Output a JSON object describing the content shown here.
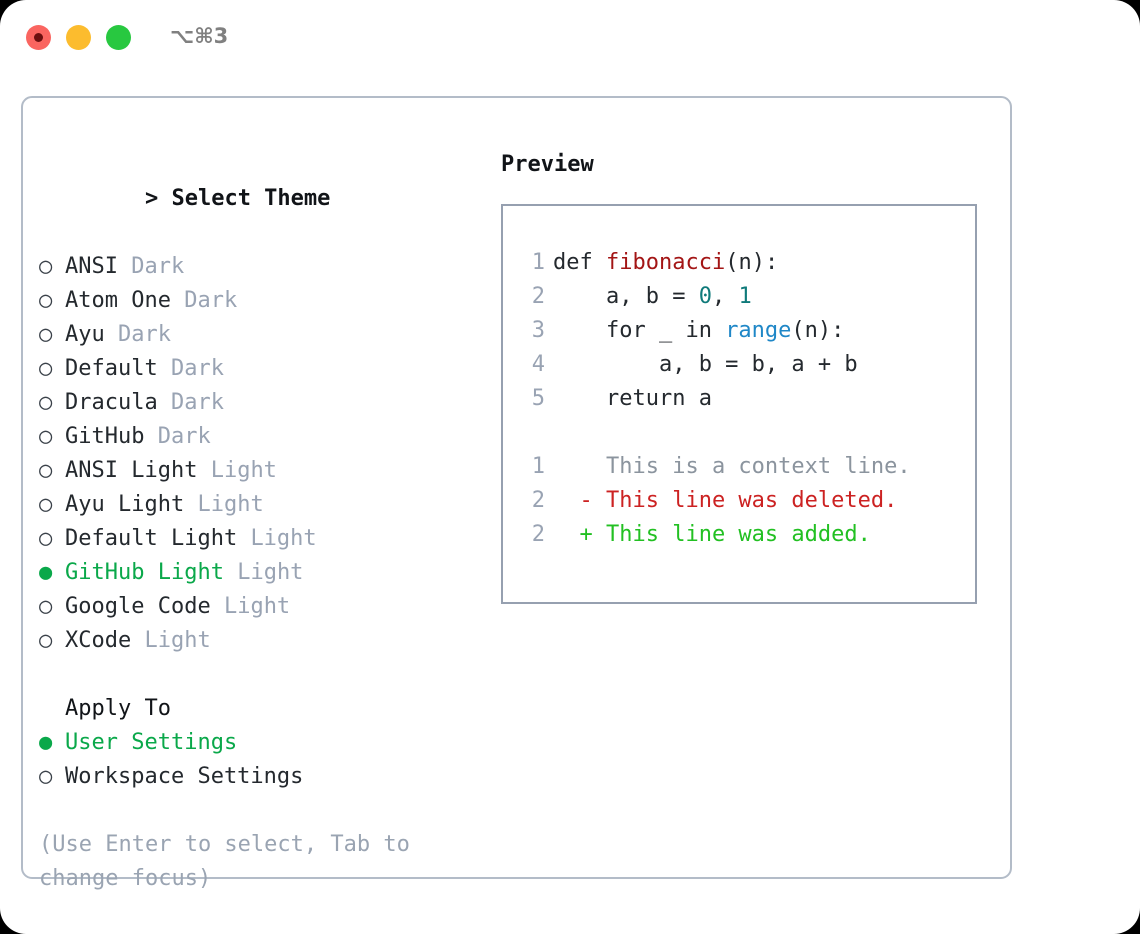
{
  "window": {
    "shortcut_label": "⌥⌘3",
    "traffic_lights": [
      {
        "name": "close-button",
        "color": "#fa6560"
      },
      {
        "name": "minimize-button",
        "color": "#fcbc2e"
      },
      {
        "name": "maximize-button",
        "color": "#28c840"
      }
    ]
  },
  "colors": {
    "selected_green": "#0aa84a",
    "category_gray": "#99a3b3",
    "diff_added": "#22c022",
    "diff_deleted": "#cc2222",
    "function_red": "#a31515",
    "builtin_blue": "#1f87c7",
    "number_teal": "#0f7a7a",
    "panel_border": "#b3bcc8",
    "preview_border": "#96a0b0"
  },
  "theme_list": {
    "header_prefix": ">",
    "header": "Select Theme",
    "marker_unselected": "○",
    "marker_selected": "●",
    "items": [
      {
        "name": "ANSI",
        "category": "Dark",
        "selected": false
      },
      {
        "name": "Atom One",
        "category": "Dark",
        "selected": false
      },
      {
        "name": "Ayu",
        "category": "Dark",
        "selected": false
      },
      {
        "name": "Default",
        "category": "Dark",
        "selected": false
      },
      {
        "name": "Dracula",
        "category": "Dark",
        "selected": false
      },
      {
        "name": "GitHub",
        "category": "Dark",
        "selected": false
      },
      {
        "name": "ANSI Light",
        "category": "Light",
        "selected": false
      },
      {
        "name": "Ayu Light",
        "category": "Light",
        "selected": false
      },
      {
        "name": "Default Light",
        "category": "Light",
        "selected": false
      },
      {
        "name": "GitHub Light",
        "category": "Light",
        "selected": true
      },
      {
        "name": "Google Code",
        "category": "Light",
        "selected": false
      },
      {
        "name": "XCode",
        "category": "Light",
        "selected": false
      }
    ]
  },
  "apply_to": {
    "header": "Apply To",
    "items": [
      {
        "name": "User Settings",
        "selected": true
      },
      {
        "name": "Workspace Settings",
        "selected": false
      }
    ]
  },
  "hint": "(Use Enter to select, Tab to change focus)",
  "preview": {
    "title": "Preview",
    "code_lines": [
      {
        "no": "1",
        "tokens": [
          {
            "t": "def ",
            "c": "plain"
          },
          {
            "t": "fibonacci",
            "c": "fn"
          },
          {
            "t": "(n):",
            "c": "plain"
          }
        ]
      },
      {
        "no": "2",
        "tokens": [
          {
            "t": "    a, b = ",
            "c": "plain"
          },
          {
            "t": "0",
            "c": "num"
          },
          {
            "t": ", ",
            "c": "plain"
          },
          {
            "t": "1",
            "c": "num"
          }
        ]
      },
      {
        "no": "3",
        "tokens": [
          {
            "t": "    for _ in ",
            "c": "plain"
          },
          {
            "t": "range",
            "c": "blue"
          },
          {
            "t": "(n):",
            "c": "plain"
          }
        ]
      },
      {
        "no": "4",
        "tokens": [
          {
            "t": "        a, b = b, a + b",
            "c": "plain"
          }
        ]
      },
      {
        "no": "5",
        "tokens": [
          {
            "t": "    return a",
            "c": "plain"
          }
        ]
      }
    ],
    "diff_lines": [
      {
        "no": "1",
        "sign": " ",
        "text": "This is a context line.",
        "kind": "context"
      },
      {
        "no": "2",
        "sign": "-",
        "text": "This line was deleted.",
        "kind": "deleted"
      },
      {
        "no": "2",
        "sign": "+",
        "text": "This line was added.",
        "kind": "added"
      }
    ]
  }
}
